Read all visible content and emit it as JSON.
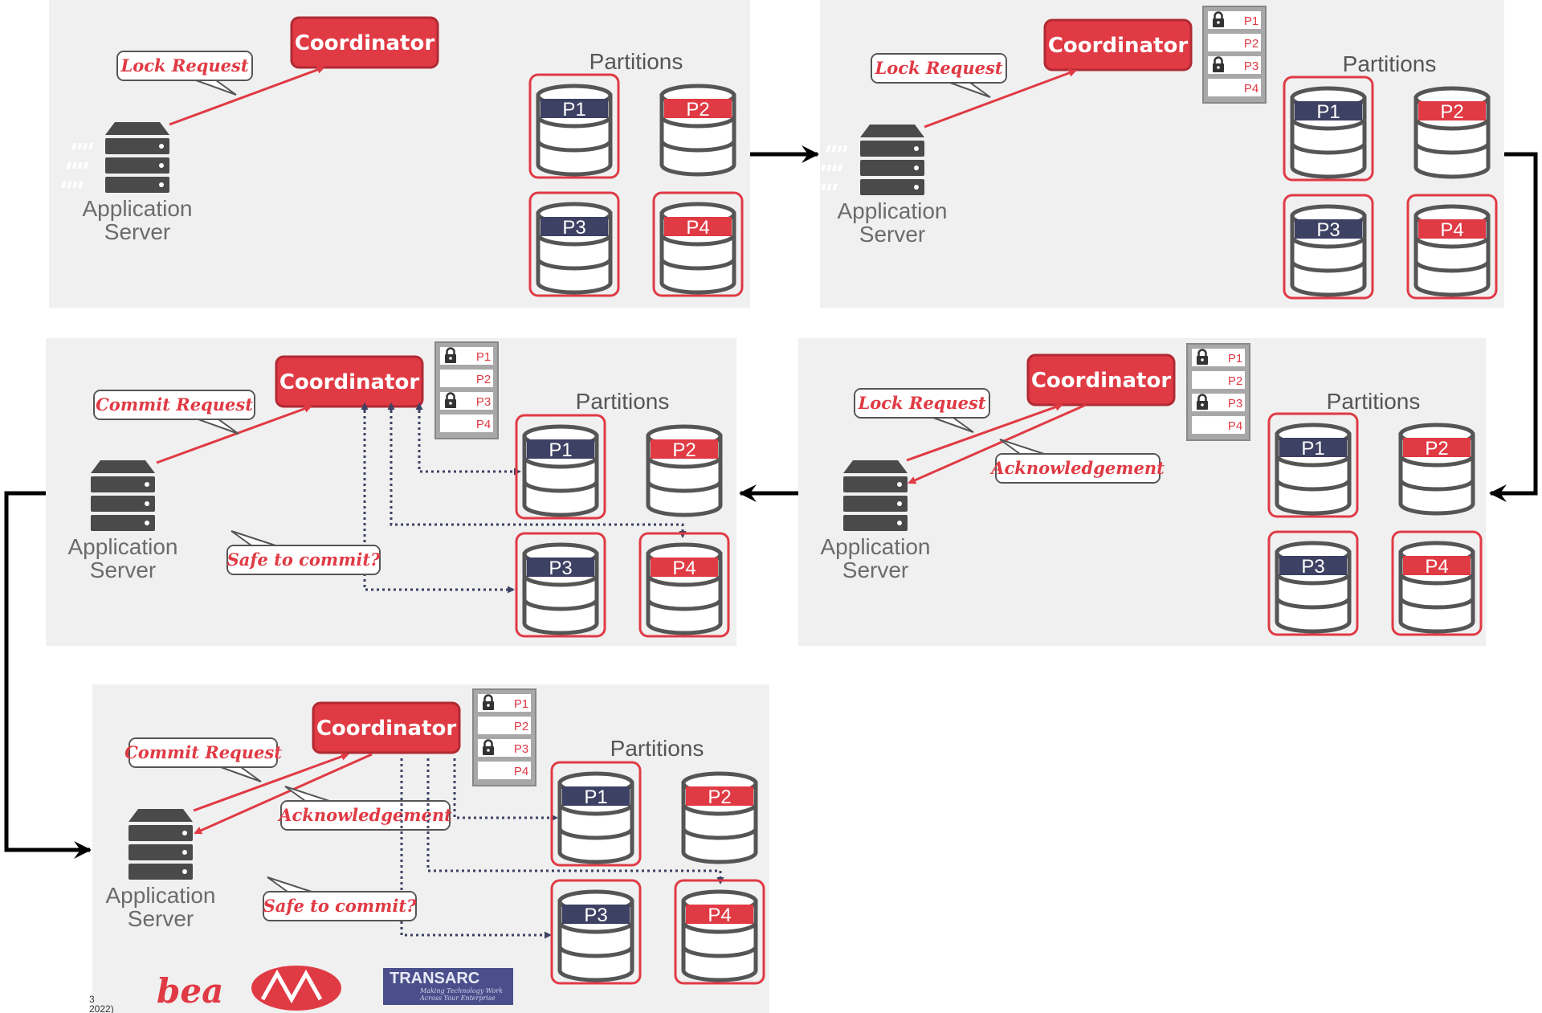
{
  "labels": {
    "coordinator": "Coordinator",
    "partitions": "Partitions",
    "app_line1": "Application",
    "app_line2": "Server",
    "lock_request": "Lock Request",
    "commit_request": "Commit Request",
    "acknowledgement": "Acknowledgement",
    "safe_to_commit": "Safe to commit?"
  },
  "partitions": [
    {
      "name": "P1",
      "state": "locked"
    },
    {
      "name": "P2",
      "state": "free"
    },
    {
      "name": "P3",
      "state": "locked"
    },
    {
      "name": "P4",
      "state": "free"
    }
  ],
  "lock_table": [
    {
      "name": "P1",
      "locked": true
    },
    {
      "name": "P2",
      "locked": false
    },
    {
      "name": "P3",
      "locked": true
    },
    {
      "name": "P4",
      "locked": false
    }
  ],
  "panels": [
    {
      "step": 1,
      "bubbles": [
        "lock_request"
      ],
      "lock_table": false,
      "ack": false,
      "safe": false
    },
    {
      "step": 2,
      "bubbles": [
        "lock_request"
      ],
      "lock_table": true,
      "ack": false,
      "safe": false
    },
    {
      "step": 3,
      "bubbles": [
        "lock_request",
        "acknowledgement"
      ],
      "lock_table": true,
      "ack": true,
      "safe": false
    },
    {
      "step": 4,
      "bubbles": [
        "commit_request",
        "safe_to_commit"
      ],
      "lock_table": true,
      "ack": false,
      "safe": true
    },
    {
      "step": 5,
      "bubbles": [
        "commit_request",
        "acknowledgement",
        "safe_to_commit"
      ],
      "lock_table": true,
      "ack": true,
      "safe": true
    }
  ],
  "logos": {
    "bea": "bea",
    "transarc": "TRANSARC",
    "transarc_tag1": "Making Technology Work",
    "transarc_tag2": "Across Your Enterprise"
  },
  "slide_number": "3",
  "slide_year": "2022)",
  "colors": {
    "accent_red": "#e03a44",
    "navy": "#3d4163",
    "panel_bg": "#f0f0f0",
    "db_gray": "#555555"
  }
}
